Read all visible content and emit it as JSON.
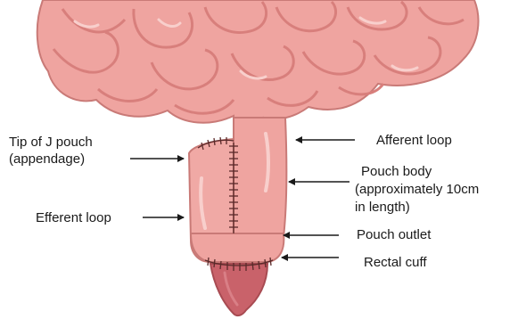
{
  "labels": {
    "tip_line1": "Tip of J pouch",
    "tip_line2": "(appendage)",
    "efferent": "Efferent loop",
    "afferent": "Afferent loop",
    "body_line1": "Pouch body",
    "body_line2": "(approximately 10cm",
    "body_line3": "in length)",
    "outlet": "Pouch outlet",
    "cuff": "Rectal cuff"
  },
  "colors": {
    "intestine_fill": "#efa4a0",
    "intestine_shadow": "#d87f7c",
    "intestine_highlight": "#f8cfcc",
    "outline": "#c97a77",
    "rectal_cuff": "#c9626a",
    "suture": "#5a2a2a",
    "arrow": "#1a1a1a",
    "text": "#1a1a1a"
  }
}
